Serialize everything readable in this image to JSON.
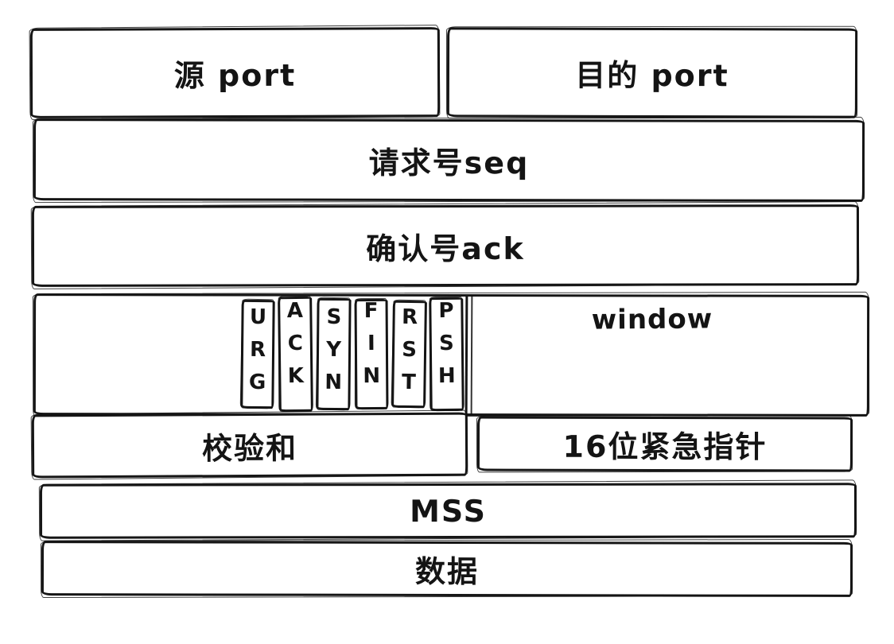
{
  "diagram": {
    "kind": "hand-drawn TCP header field diagram",
    "fields": {
      "source_port": "源 port",
      "dest_port": "目的 port",
      "seq": "请求号seq",
      "ack": "确认号ack",
      "flags": [
        "URG",
        "ACK",
        "SYN",
        "FIN",
        "RST",
        "PSH"
      ],
      "window": "window",
      "checksum": "校验和",
      "urgent_pointer": "16位紧急指针",
      "mss": "MSS",
      "data": "数据"
    },
    "colors": {
      "ink": "#141414",
      "background": "#ffffff"
    }
  }
}
